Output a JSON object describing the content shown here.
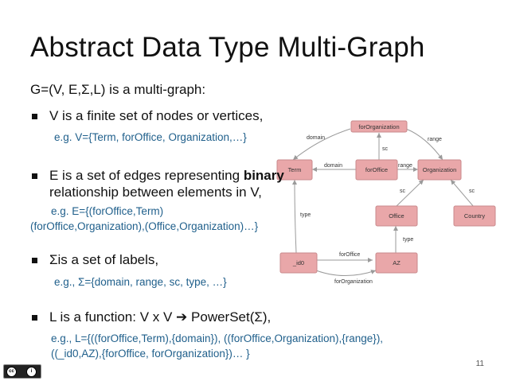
{
  "slide": {
    "title": "Abstract Data Type Multi-Graph",
    "definition": "G=(V, E,Σ,L) is a multi-graph:",
    "bullets": {
      "v": "V is a finite set of nodes or vertices,",
      "v_example": "e.g. V={Term, forOffice, Organization,…}",
      "e_line1_pre": "E is a set of edges representing ",
      "e_line1_bold": "binary",
      "e_line2": "relationship between elements in V,",
      "e_example_line1": "e.g. E={(forOffice,Term)",
      "e_example_line2": "(forOffice,Organization),(Office,Organization)…}",
      "sigma": "Σis a set of labels,",
      "sigma_example": "e.g., Σ={domain, range, sc, type, …}",
      "l": "L is a function: V x V ➔ PowerSet(Σ),",
      "l_example_line1": "e.g., L={((forOffice,Term),{domain}), ((forOffice,Organization),{range}),",
      "l_example_line2": "((_id0,AZ),{forOffice, forOrganization})… }"
    },
    "page_number": "11",
    "license_icon_labels": [
      "cc",
      "i"
    ]
  },
  "graph": {
    "nodes": {
      "forOrganization": "forOrganization",
      "term": "Term",
      "forOffice": "forOffice",
      "organization": "Organization",
      "office": "Office",
      "country": "Country",
      "id0": "_id0",
      "az": "AZ"
    },
    "edge_labels": {
      "domain_top": "domain",
      "range_top": "range",
      "sc_top": "sc",
      "domain_mid": "domain",
      "range_mid": "range",
      "sc_left": "sc",
      "sc_right": "sc",
      "type_left": "type",
      "type_right": "type",
      "forOffice": "forOffice",
      "forOrganization": "forOrganization"
    }
  },
  "colors": {
    "node_fill": "#e9a7a9",
    "example_text": "#1f5f8b",
    "edge": "#9a9a9a"
  }
}
